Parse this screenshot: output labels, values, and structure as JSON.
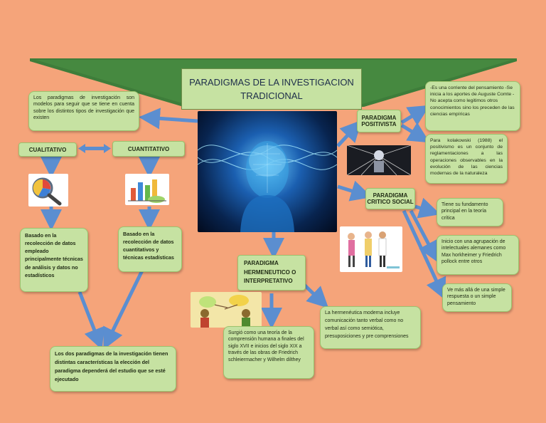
{
  "title": "PARADIGMAS DE LA INVESTIGACION TRADICIONAL",
  "intro": "Los paradigmas de investigación son modelos para seguir que se tiene en cuenta sobre los distintos tipos de investigación que existen",
  "cualitativo": {
    "label": "CUALITATIVO",
    "text": "Basado en la recolección de datos empleado principalmente técnicas de análisis y datos no estadísticos"
  },
  "cuantitativo": {
    "label": "CUANTITATIVO",
    "text": "Basado en la recolección de datos cuantitativos y técnicas estadísticas"
  },
  "conclusion": "Los dos paradigmas de la investigación tienen distintas características la elección del paradigma dependerá del estudio que se esté ejecutado",
  "positivista": {
    "label": "PARADIGMA POSITIVISTA",
    "bullets": "-Es una corriente del pensamiento -Se inicia a los aportes de Auguste Comte -No acepta como legitimos otros conocimientos sino los preceden de las ciencias empíricas",
    "kolakowski": "Para kolakowski (1988) el positivismo es un conjunto de reglamentaciones a las operaciones observables en la evolución de las ciencias modernas de la naturaleza"
  },
  "critico": {
    "label": "PARADIGMA CRITICO SOCIAL",
    "fundamento": "Tiene su fundamento principal en la teoría crítica",
    "inicio": "Inicio con una agrupación de intelectuales alemanes como Max horkheimer y Friedrich pollock entre otros",
    "vemas": "Ve más allá de una simple respuesta o un simple pensamiento"
  },
  "hermeneutico": {
    "label": "PARADIGMA HERMENEUTICO O INTERPRETATIVO",
    "surgio": "Surgió como una teoría de la comprensión humana a finales del siglo XVII e inicios del siglo XIX a través de las obras de Friedrich schleiermacher y Wilhelm dilthey",
    "moderna": "La hermenéutica moderna incluye comunicación tanto verbal como no verbal así como semiótica, presuposiciones y pre comprensiones"
  },
  "colors": {
    "background": "#f5a47a",
    "box": "#c6e2a2",
    "arrow": "#5b8ed0",
    "banner": "#3e7d3a"
  },
  "icons": [
    "brain-image",
    "magnifier-chart-icon",
    "bar-chart-icon",
    "positivism-image",
    "critical-women-image",
    "hermeneutic-dialogue-image"
  ]
}
